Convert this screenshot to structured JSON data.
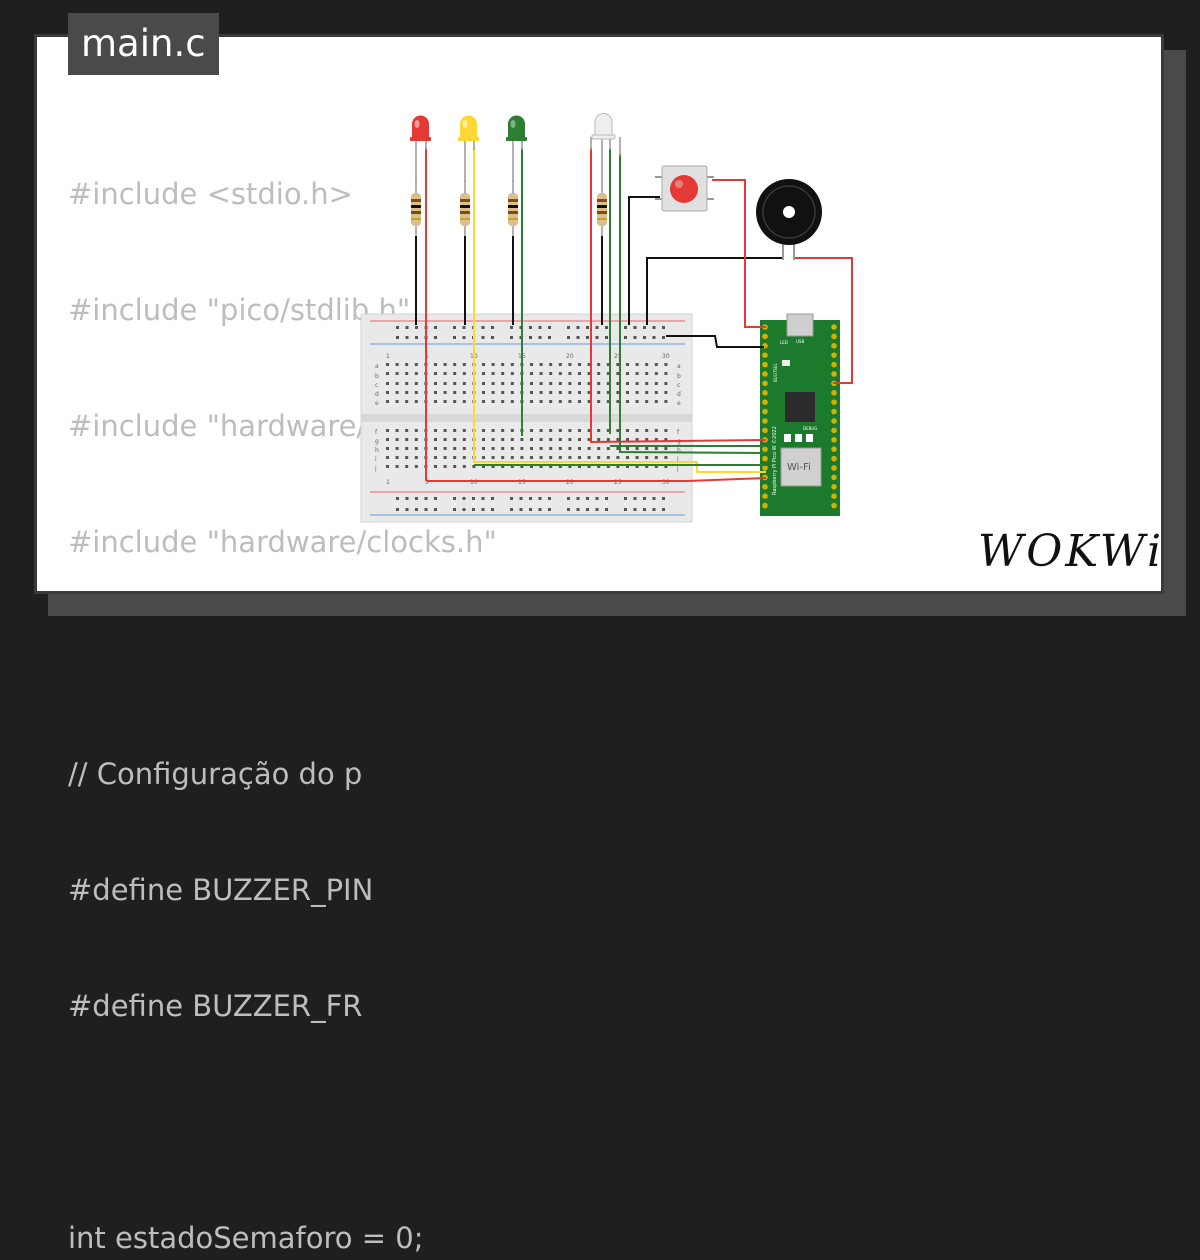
{
  "file_tab": {
    "label": "main.c"
  },
  "code_lines": [
    "#include <stdio.h>",
    "#include \"pico/stdlib.h\"",
    "#include \"hardware/pwm.h\"",
    "#include \"hardware/clocks.h\"",
    "",
    "// Configuração do p",
    "#define BUZZER_PIN",
    "#define BUZZER_FR",
    "",
    "int estadoSemaforo = 0;"
  ],
  "breadboard": {
    "column_numbers_top": [
      "1",
      "5",
      "10",
      "15",
      "20",
      "25",
      "30"
    ],
    "column_numbers_bottom": [
      "1",
      "5",
      "10",
      "15",
      "20",
      "25",
      "30"
    ],
    "row_letters_top": [
      "a",
      "b",
      "c",
      "d",
      "e"
    ],
    "row_letters_bottom": [
      "f",
      "g",
      "h",
      "i",
      "j"
    ]
  },
  "pico_board": {
    "usb_label": "USB",
    "led_label": "LED",
    "bootsel_label": "BOOTSEL",
    "debug_label": "DEBUG",
    "wifi_label": "Wi-Fi",
    "model_label": "Raspberry Pi Pico W ©2022"
  },
  "components": {
    "leds": [
      {
        "name": "red-led",
        "color": "#e53935"
      },
      {
        "name": "yellow-led",
        "color": "#fdd835"
      },
      {
        "name": "green-led",
        "color": "#2e7d32"
      },
      {
        "name": "rgb-led",
        "color": "#eeeeee"
      }
    ],
    "button_color": "#e53935",
    "buzzer_color": "#111111"
  },
  "brand": {
    "name": "WOKWi"
  },
  "colors": {
    "wire_red": "#e53935",
    "wire_yellow": "#fdd835",
    "wire_green": "#2e7d32",
    "wire_black": "#111111",
    "pcb_green": "#1b7a2b",
    "code_gray": "#bdbdbd"
  }
}
